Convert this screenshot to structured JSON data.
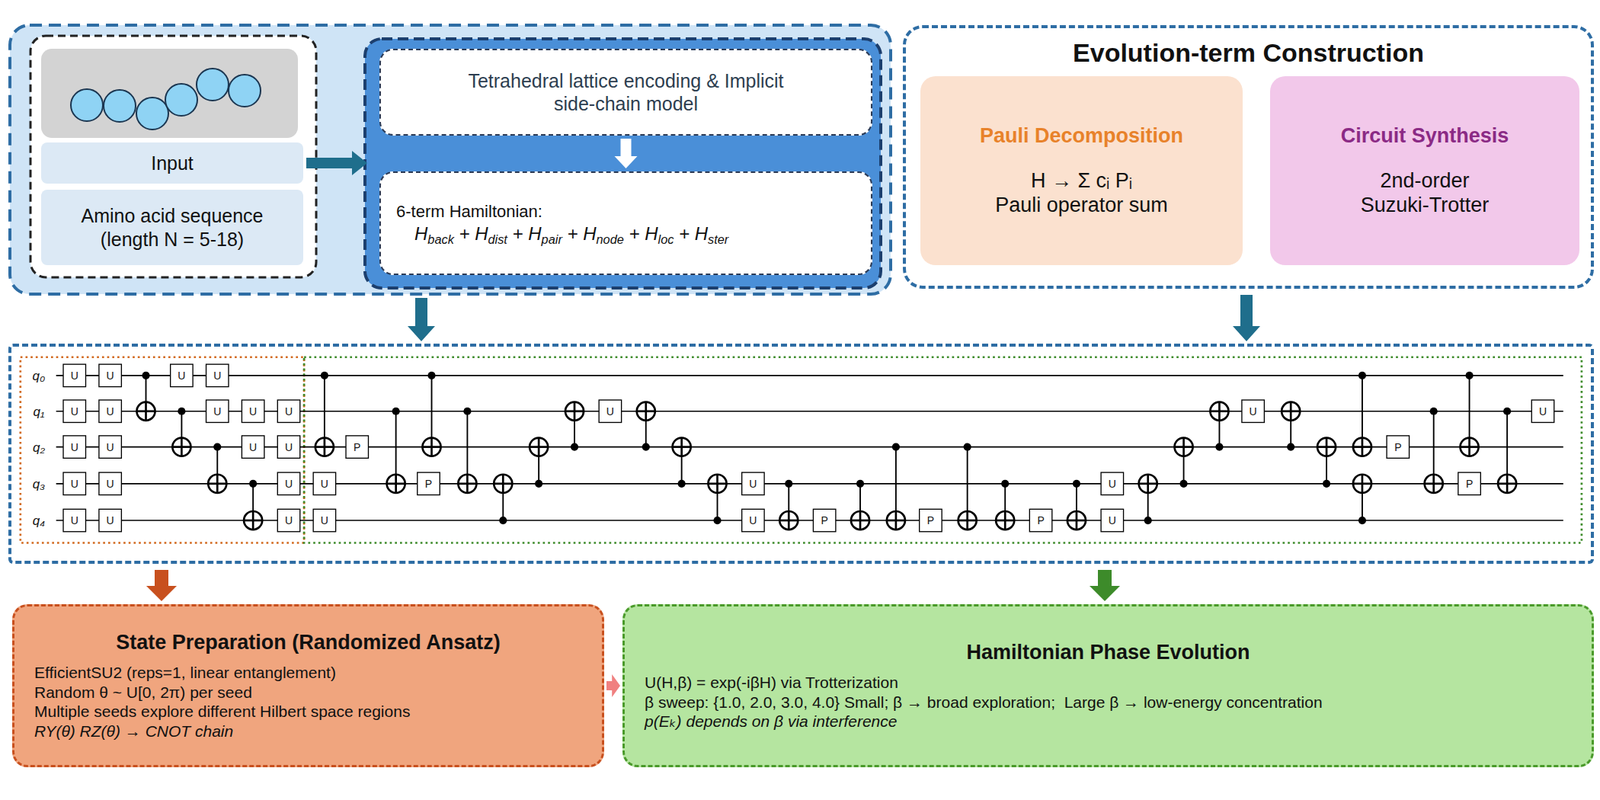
{
  "diagram": {
    "nodes": [
      {
        "text": [
          "Input"
        ]
      },
      {
        "text": [
          "Amino acid sequence (length N = 5-18)"
        ]
      },
      {
        "text": [
          "Tetrahedral lattice encoding & Implicit side-chain model"
        ]
      },
      {
        "text": [
          "6-term Hamiltonian:",
          "Hback + Hdist + Hpair + Hnode + Hloc + Hster"
        ]
      },
      {
        "text": [
          "Evolution-term Construction"
        ]
      },
      {
        "text": [
          "Pauli Decomposition",
          "H → Σ cᵢ Pᵢ",
          "Pauli operator sum"
        ],
        "in": 4
      },
      {
        "text": [
          "Circuit Synthesis",
          "2nd-order",
          "Suzuki-Trotter"
        ],
        "in": 4
      },
      {
        "text": [
          "q₀",
          "q₁",
          "q₂",
          "q₃",
          "q₄"
        ]
      },
      {
        "text": [
          "State Preparation (Randomized Ansatz)",
          "EfficientSU2 (reps=1, linear entanglement)",
          "Random θ ~ U[0, 2π) per seed",
          "Multiple seeds explore different Hilbert space regions",
          "RY(θ) RZ(θ) → CNOT chain"
        ]
      },
      {
        "text": [
          "Hamiltonian Phase Evolution",
          "U(H,β) = exp(-iβH) via Trotterization",
          "β sweep: {1.0, 2.0, 3.0, 4.0} Small; β → broad exploration;  Large β → low-energy concentration",
          "p(Eₖ) depends on β via interference"
        ]
      }
    ],
    "edges": [
      {
        "from": 0,
        "to": 2,
        "arrow": "to"
      },
      {
        "from": 2,
        "to": 3,
        "arrow": "to"
      },
      {
        "from": 3,
        "to": 7,
        "arrow": "to"
      },
      {
        "from": 4,
        "to": 7,
        "arrow": "to"
      },
      {
        "from": 5,
        "to": 6,
        "arrow": "to"
      },
      {
        "from": 7,
        "to": 8,
        "arrow": "to"
      },
      {
        "from": 7,
        "to": 9,
        "arrow": "to"
      },
      {
        "from": 8,
        "to": 9,
        "arrow": "to"
      }
    ],
    "labels": [
      "U",
      "U",
      "U",
      "U",
      "U",
      "U",
      "U",
      "U",
      "U",
      "U",
      "U",
      "U",
      "U",
      "U",
      "U",
      "U",
      "U",
      "U",
      "U",
      "U",
      "U",
      "P",
      "P",
      "U",
      "U",
      "U",
      "P",
      "P",
      "P",
      "U",
      "U",
      "U",
      "P",
      "P",
      "U"
    ]
  }
}
